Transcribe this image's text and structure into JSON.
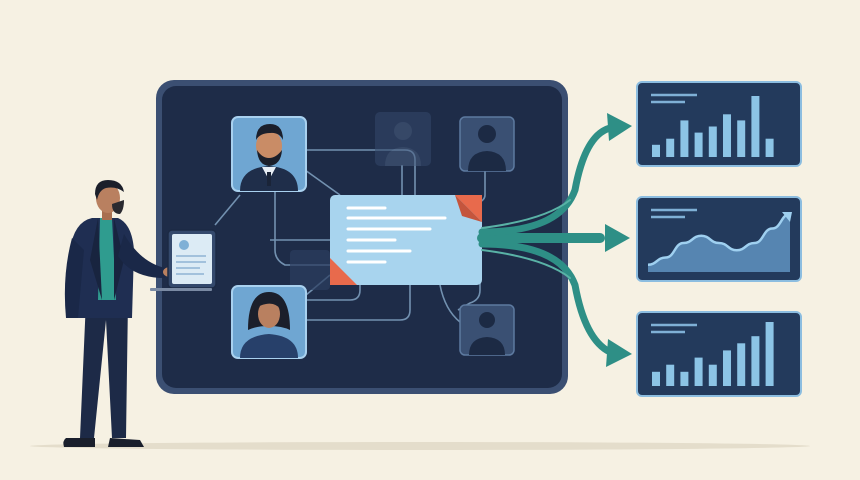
{
  "scene": {
    "background": "#f6f1e3",
    "board": {
      "fill": "#1e2c48",
      "frame": "#3b4f72",
      "inner": "#22324f"
    },
    "connector_color": "#8fb3d3",
    "flow_arrow_color": "#2e8f86",
    "card": {
      "fill": "#a8d4ee",
      "line": "#ffffff",
      "corner_accent": "#e86a4c"
    },
    "panel": {
      "fill": "#233a5c",
      "border": "#8cbde0",
      "bar": "#8cc4e6",
      "line": "#7fb0d6"
    },
    "avatars": [
      {
        "name": "man-with-beard",
        "state": "active"
      },
      {
        "name": "person-faded",
        "state": "dim"
      },
      {
        "name": "person-dark",
        "state": "dim"
      },
      {
        "name": "woman",
        "state": "active"
      },
      {
        "name": "person-dark",
        "state": "dim"
      }
    ],
    "panels": [
      {
        "type": "bar",
        "values": [
          2,
          3,
          6,
          4,
          5,
          7,
          6,
          10,
          3
        ]
      },
      {
        "type": "area",
        "values": [
          1,
          2,
          4,
          5,
          4,
          3,
          4,
          6,
          8
        ]
      },
      {
        "type": "bar",
        "values": [
          2,
          3,
          2,
          4,
          3,
          5,
          6,
          7,
          9
        ]
      }
    ]
  }
}
